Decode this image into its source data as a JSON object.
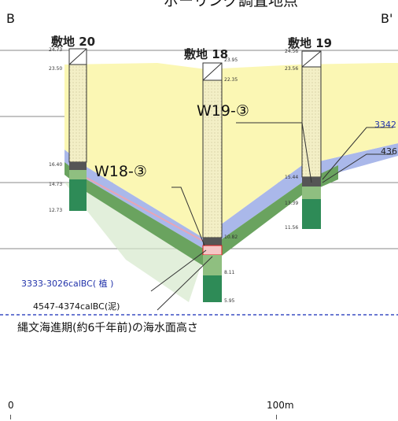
{
  "header": {
    "title": "ボーリング調査地点",
    "left_end": "B",
    "right_end": "B'"
  },
  "sites": {
    "s20": {
      "label": "敷地 20",
      "elevations": [
        "24.73",
        "23.50",
        "16.40",
        "14.73",
        "12.73"
      ]
    },
    "s18": {
      "label": "敷地 18",
      "elevations": [
        "23.95",
        "22.35",
        "10.82",
        "8.11",
        "5.95"
      ]
    },
    "s19": {
      "label": "敷地 19",
      "elevations": [
        "24.56",
        "23.56",
        "15.44",
        "13.39",
        "11.56"
      ]
    }
  },
  "samples": {
    "w19": "W19-③",
    "w18": "W18-③"
  },
  "right_labels": {
    "upper": "3342",
    "lower": "436"
  },
  "datings": {
    "d1": "3333-3026calBC( 植 )",
    "d2": "4547-4374calBC(泥)"
  },
  "sea_level": "縄文海進期(約6千年前)の海水面高さ",
  "scale": {
    "start": "0",
    "end": "100m"
  },
  "colors": {
    "fill": "#fbf7b4",
    "green": "#6aa35f",
    "blue": "#a9b7e8",
    "core_dark": "#2e8b57",
    "sea_line": "#3a4fc4"
  }
}
